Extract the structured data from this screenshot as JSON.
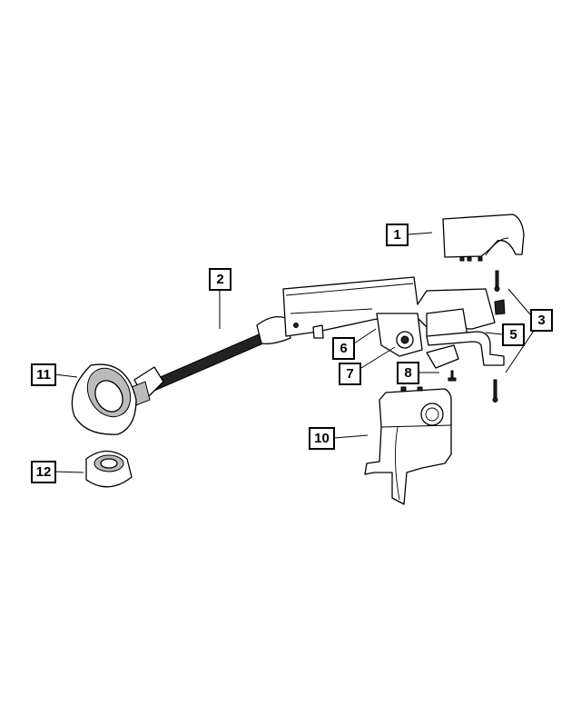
{
  "diagram": {
    "callouts": [
      {
        "id": "1",
        "label": "1"
      },
      {
        "id": "2",
        "label": "2"
      },
      {
        "id": "3",
        "label": "3"
      },
      {
        "id": "5",
        "label": "5"
      },
      {
        "id": "6",
        "label": "6"
      },
      {
        "id": "7",
        "label": "7"
      },
      {
        "id": "8",
        "label": "8"
      },
      {
        "id": "10",
        "label": "10"
      },
      {
        "id": "11",
        "label": "11"
      },
      {
        "id": "12",
        "label": "12"
      }
    ]
  }
}
